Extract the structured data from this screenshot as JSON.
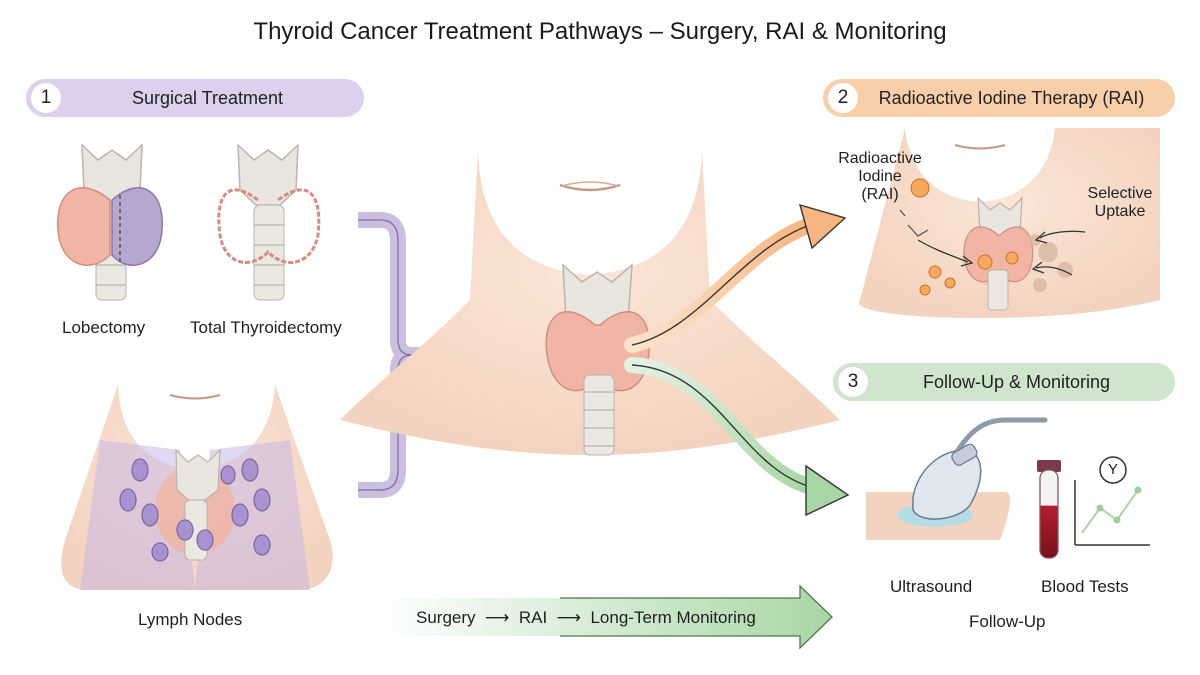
{
  "title": "Thyroid Cancer Treatment Pathways – Surgery, RAI & Monitoring",
  "sections": {
    "surgical": {
      "number": "1",
      "label": "Surgical Treatment",
      "color": "#ddd0ec"
    },
    "rai": {
      "number": "2",
      "label": "Radioactive Iodine Therapy (RAI)",
      "color": "#f8cfa8"
    },
    "followup": {
      "number": "3",
      "label": "Follow-Up & Monitoring",
      "color": "#cfe6cc"
    }
  },
  "labels": {
    "lobectomy": "Lobectomy",
    "total_thyroidectomy": "Total Thyroidectomy",
    "lymph_nodes": "Lymph Nodes",
    "rai_line1": "Radioactive",
    "rai_line2": "Iodine",
    "rai_line3": "(RAI)",
    "selective_line1": "Selective",
    "selective_line2": "Uptake",
    "ultrasound": "Ultrasound",
    "blood_tests": "Blood Tests",
    "follow_up": "Follow-Up",
    "y_marker": "Y"
  },
  "pathway": {
    "step1": "Surgery",
    "step2": "RAI",
    "step3": "Long-Term Monitoring"
  },
  "colors": {
    "surgery_arrow": "#cbbfe0",
    "rai_arrow": "#f9c79a",
    "followup_arrow": "#bfe0bd",
    "skin": "#f7dccb",
    "thyroid": "#f0b5a4",
    "cartilage": "#e7e4de",
    "lymph": "#b59ad6"
  }
}
